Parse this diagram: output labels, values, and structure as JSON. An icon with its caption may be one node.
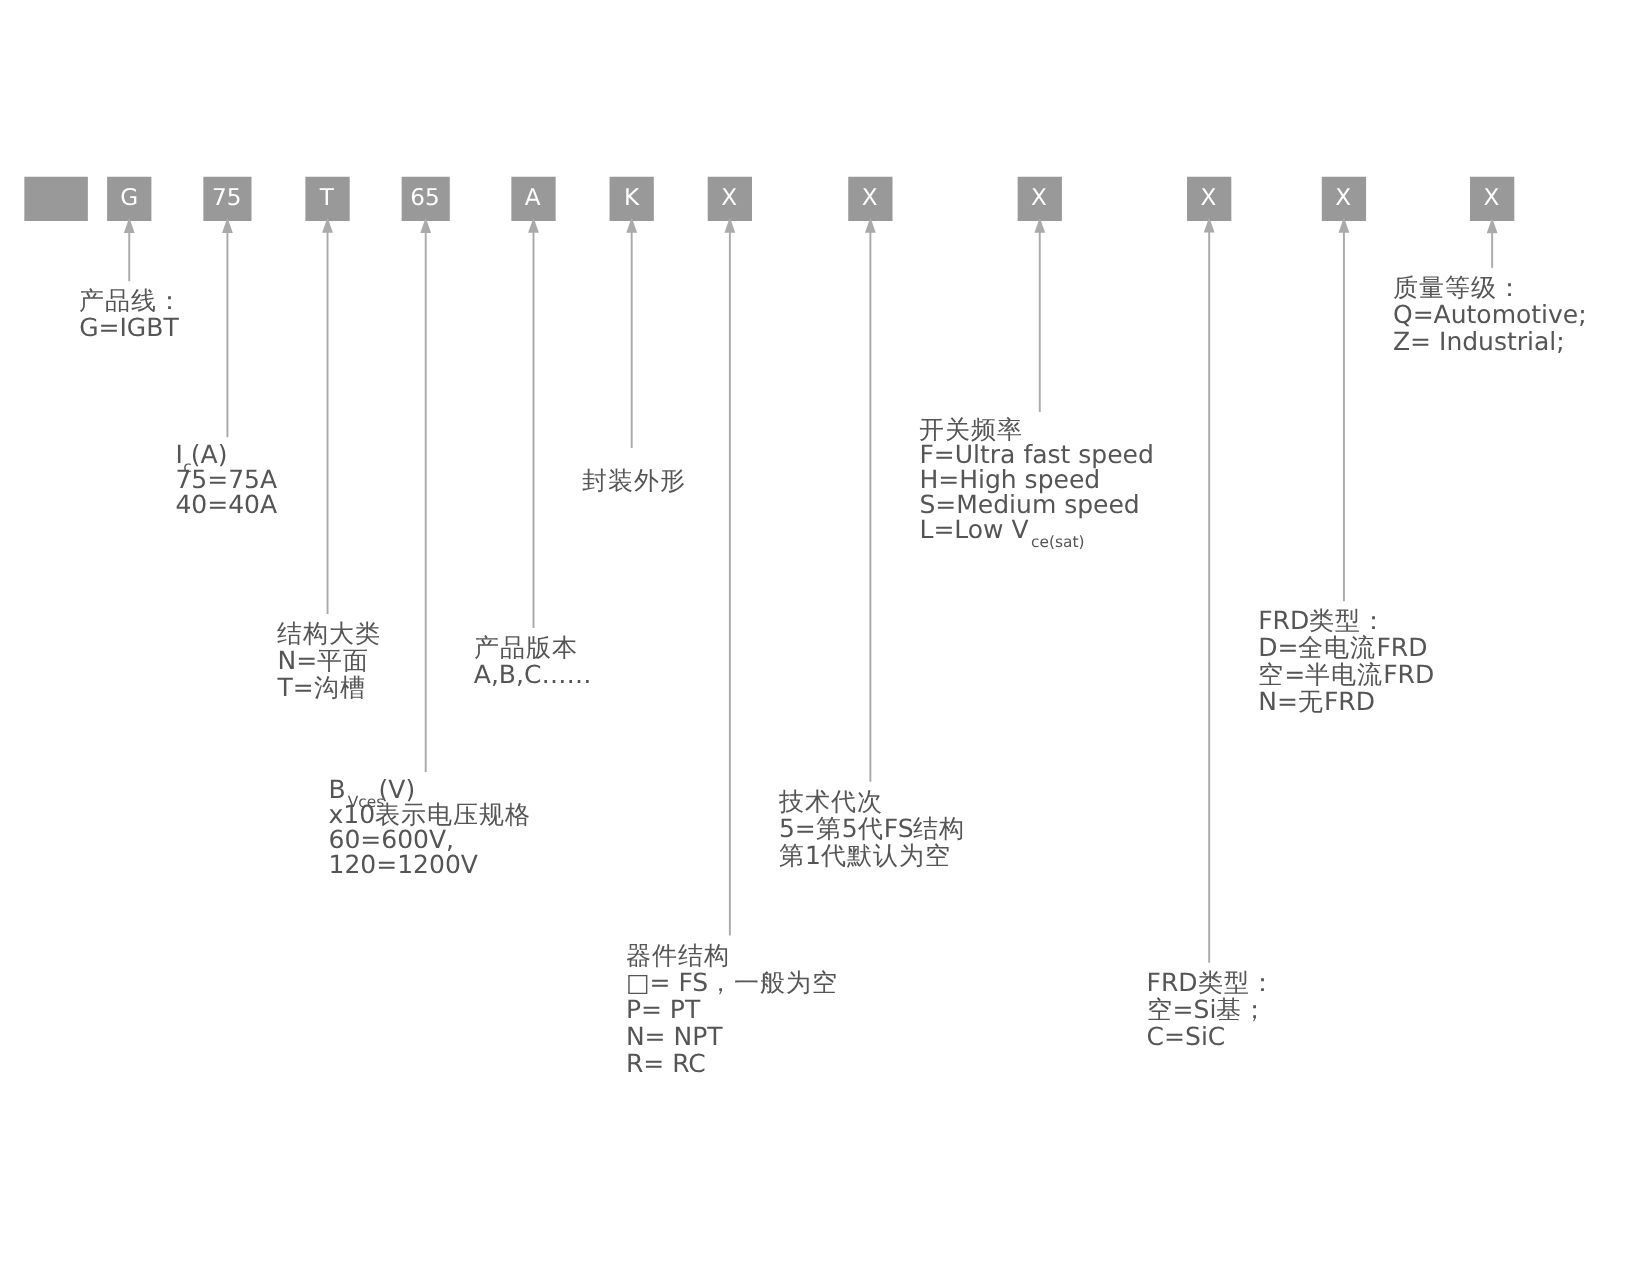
{
  "diagram": {
    "nodes": [
      {
        "text": [],
        "shape": "box"
      },
      {
        "text": [
          "G"
        ]
      },
      {
        "text": [
          "75"
        ]
      },
      {
        "text": [
          "T"
        ]
      },
      {
        "text": [
          "65"
        ]
      },
      {
        "text": [
          "A"
        ]
      },
      {
        "text": [
          "K"
        ]
      },
      {
        "text": [
          "X"
        ]
      },
      {
        "text": [
          "X"
        ]
      },
      {
        "text": [
          "X"
        ]
      },
      {
        "text": [
          "X"
        ]
      },
      {
        "text": [
          "X"
        ]
      },
      {
        "text": [
          "X"
        ]
      },
      {
        "text": [
          "产品线：",
          "G=IGBT"
        ]
      },
      {
        "text": [
          "质量等级：",
          "Q=Automotive;",
          "Z= Industrial;"
        ]
      },
      {
        "text": [
          "I$_{c}$(A)",
          "75=75A",
          "40=40A"
        ]
      },
      {
        "text": [
          "封装外形"
        ]
      },
      {
        "text": [
          "开关频率",
          "F=Ultra fast speed",
          "H=High speed",
          "S=Medium speed",
          "L=Low V$_{ce(sat)}$"
        ]
      },
      {
        "text": [
          "结构大类",
          "N=平面",
          "T=沟槽"
        ]
      },
      {
        "text": [
          "FRD类型：",
          "D=全电流FRD",
          "空=半电流FRD",
          "N=无FRD"
        ]
      },
      {
        "text": [
          "产品版本",
          "A,B,C……"
        ]
      },
      {
        "text": [
          "B$_{Vces}$(V)",
          "x10表示电压规格",
          "60=600V,",
          "120=1200V"
        ]
      },
      {
        "text": [
          "技术代次",
          "5=第5代FS结构",
          "第1代默认为空"
        ]
      },
      {
        "text": [
          "器件结构",
          "□= FS，一般为空",
          "P= PT",
          "N= NPT",
          "R= RC"
        ]
      },
      {
        "text": [
          "FRD类型：",
          "空=Si基；",
          "C=SiC"
        ]
      }
    ],
    "edges": [
      {
        "from": 13,
        "to": 1,
        "arrow": "to"
      },
      {
        "from": 14,
        "to": 12,
        "arrow": "to"
      },
      {
        "from": 15,
        "to": 2,
        "arrow": "to"
      },
      {
        "from": 16,
        "to": 6,
        "arrow": "to"
      },
      {
        "from": 17,
        "to": 9,
        "arrow": "to"
      },
      {
        "from": 18,
        "to": 3,
        "arrow": "to"
      },
      {
        "from": 19,
        "to": 11,
        "arrow": "to"
      },
      {
        "from": 20,
        "to": 5,
        "arrow": "to"
      },
      {
        "from": 21,
        "to": 4,
        "arrow": "to"
      },
      {
        "from": 22,
        "to": 8,
        "arrow": "to"
      },
      {
        "from": 23,
        "to": 7,
        "arrow": "to"
      },
      {
        "from": 24,
        "to": 10,
        "arrow": "to"
      }
    ]
  }
}
